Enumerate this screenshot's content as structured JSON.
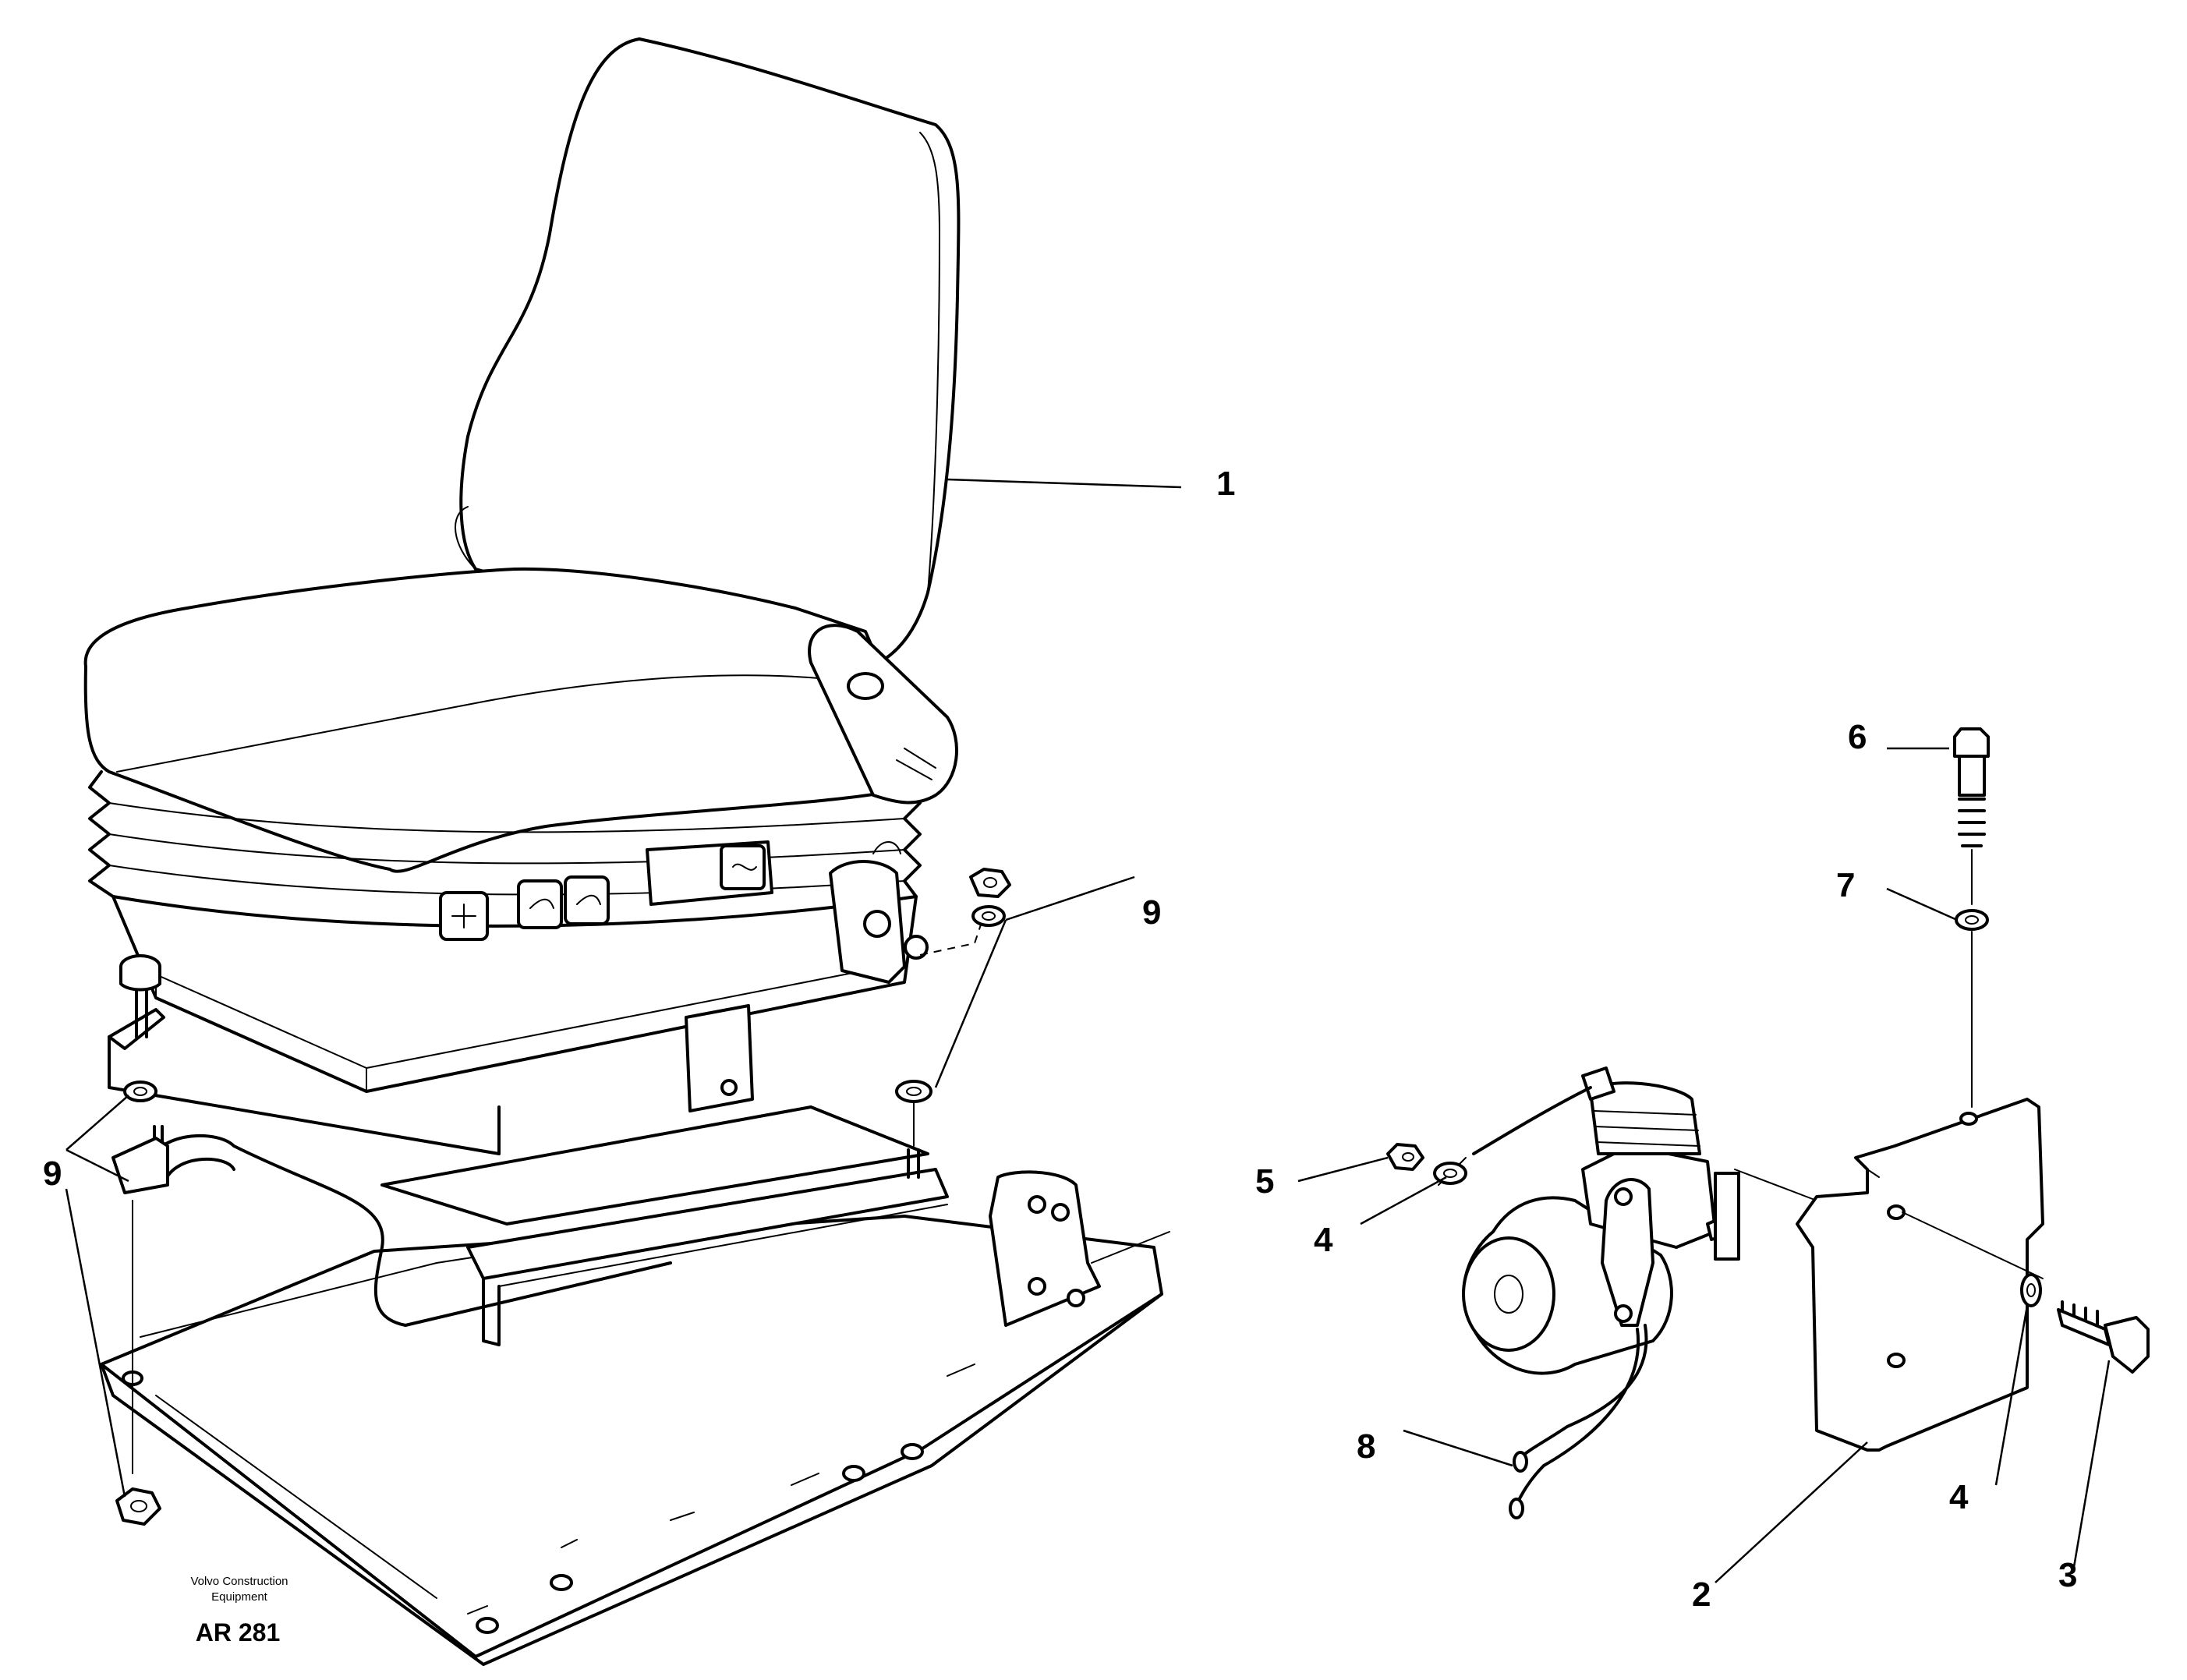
{
  "callouts": {
    "c1": "1",
    "c2": "2",
    "c3": "3",
    "c4a": "4",
    "c4b": "4",
    "c5": "5",
    "c6": "6",
    "c7": "7",
    "c8": "8",
    "c9a": "9",
    "c9b": "9"
  },
  "credit": {
    "line1": "Volvo Construction",
    "line2": "Equipment"
  },
  "drawing_code": "AR 281"
}
